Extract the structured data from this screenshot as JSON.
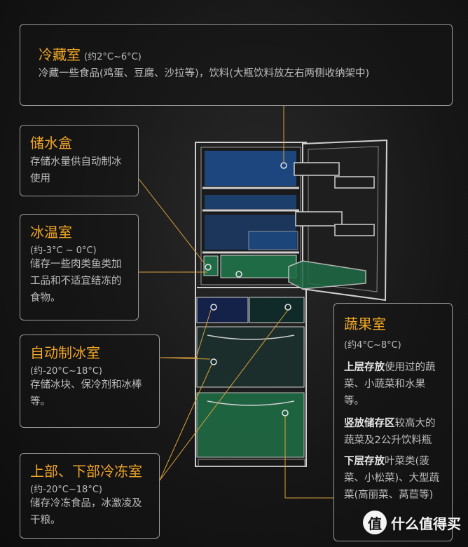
{
  "fridge": {
    "title": "冷藏室",
    "range": "(约2°C~6°C)",
    "desc": "冷藏一些食品(鸡蛋、豆腐、沙拉等)，饮料(大瓶饮料放左右两侧收纳架中)"
  },
  "water": {
    "title": "储水盒",
    "desc": "存储水量供自动制冰使用"
  },
  "chill": {
    "title": "冰温室",
    "range": "(约-3°C ~ 0°C)",
    "desc": "储存一些肉类鱼类加工品和不适宜结冻的食物。"
  },
  "ice": {
    "title": "自动制冰室",
    "range": "(约-20°C~18°C)",
    "desc": "存储冰块、保冷剂和冰棒等。"
  },
  "freezer": {
    "title": "上部、下部冷冻室",
    "range": "(约-20°C~18°C)",
    "desc": "储存冷冻食品，冰激凌及干粮。"
  },
  "veg": {
    "title": "蔬果室",
    "range": "(约4°C~8°C)",
    "upper_strong": "上层存放",
    "upper_text": "使用过的蔬菜、小蔬菜和水果等。",
    "vertical_strong": "竖放储存区",
    "vertical_text": "较高大的蔬菜及2公升饮料瓶",
    "lower_strong": "下层存放",
    "lower_text": "叶菜类(菠菜、小松菜)、大型蔬菜(高丽菜、莴苣等)"
  },
  "watermark": {
    "logo": "值",
    "text": "什么值得买"
  },
  "colors": {
    "accent": "#f0a526",
    "zone_blue": "#1d4f8f",
    "zone_green": "#1f6b45"
  }
}
